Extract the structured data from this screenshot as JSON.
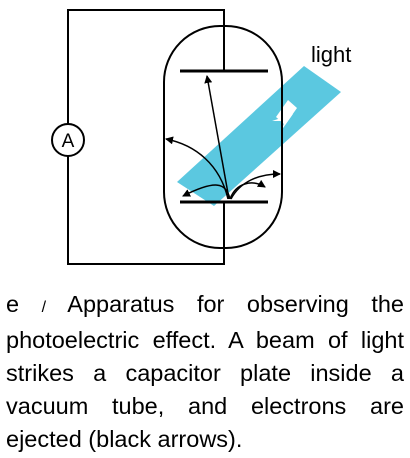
{
  "figure": {
    "light_label": "light",
    "meter_label": "A",
    "colors": {
      "beam": "#5bc8e0",
      "beam_arrow": "#ffffff",
      "lines": "#000000"
    }
  },
  "caption": {
    "letter": "e",
    "separator": "/",
    "text": "Apparatus for observing the photoelectric effect. A beam of light strikes a capacitor plate inside a vacuum tube, and electrons are ejected (black arrows)."
  }
}
